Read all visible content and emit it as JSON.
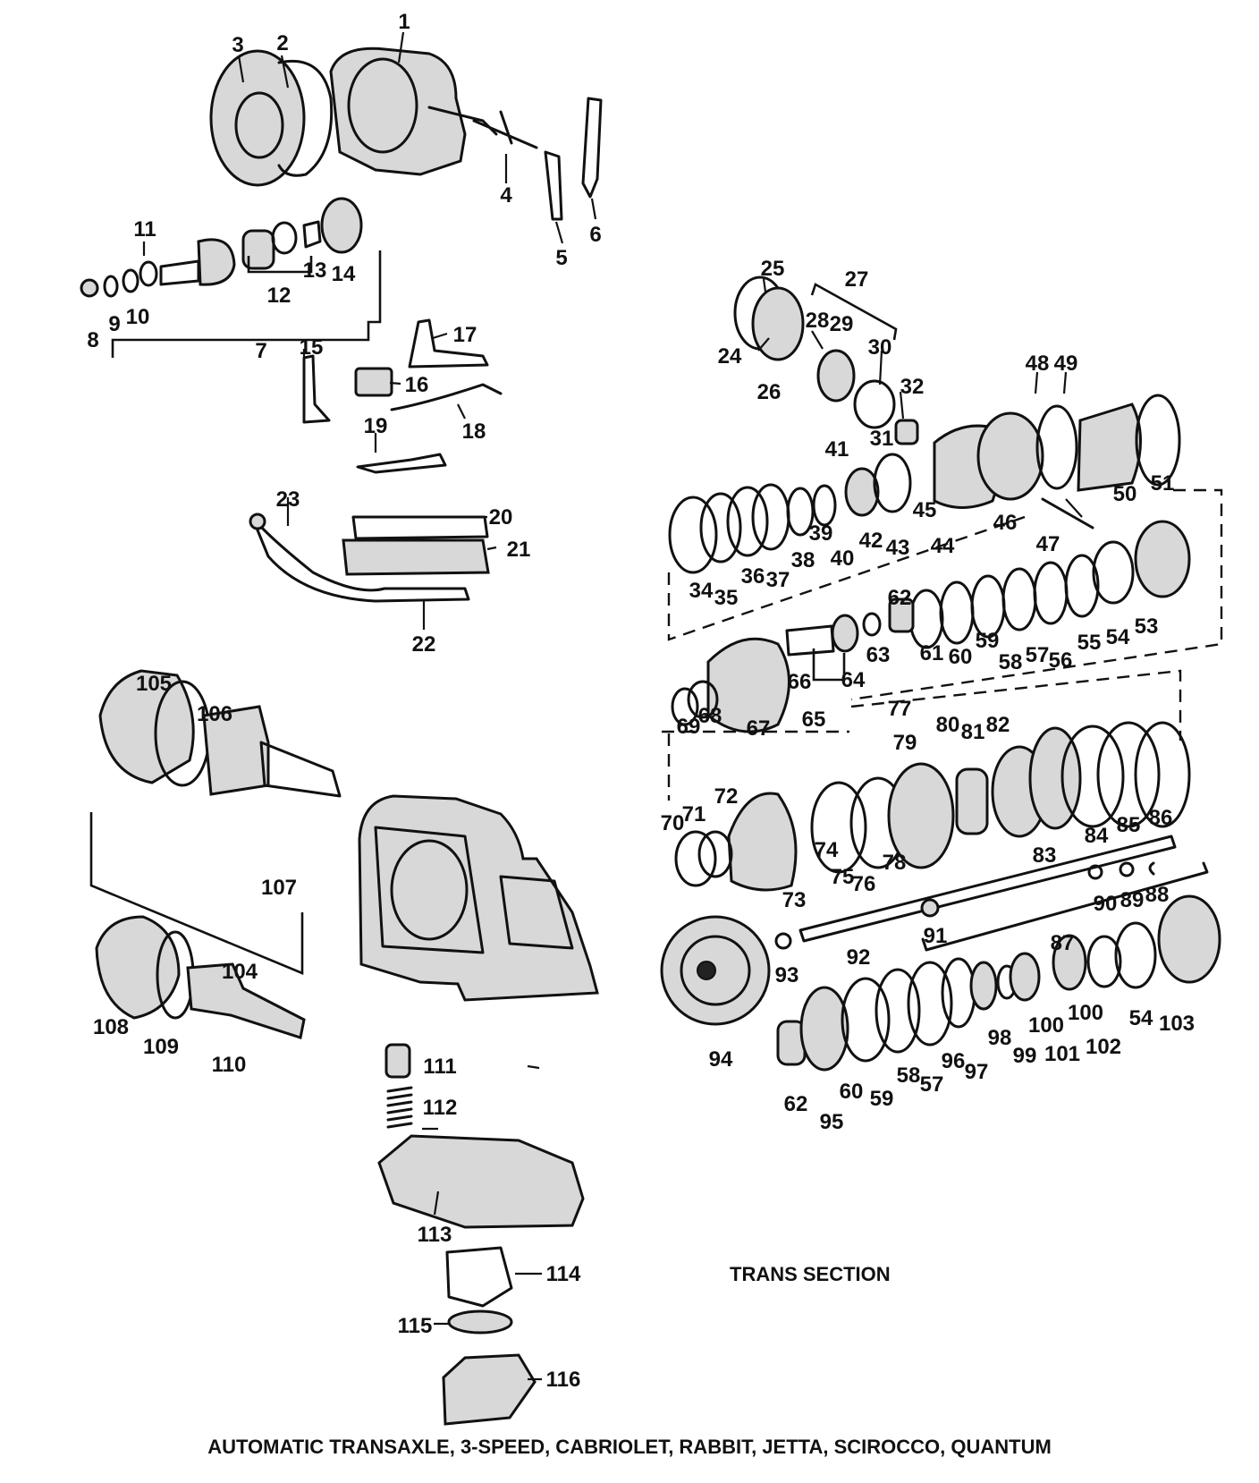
{
  "caption": "AUTOMATIC TRANSAXLE, 3-SPEED, CABRIOLET, RABBIT, JETTA, SCIROCCO, QUANTUM",
  "section_label": "TRANS SECTION",
  "callouts": [
    {
      "id": "c1",
      "text": "1"
    },
    {
      "id": "c2",
      "text": "2"
    },
    {
      "id": "c3",
      "text": "3"
    },
    {
      "id": "c4",
      "text": "4"
    },
    {
      "id": "c5",
      "text": "5"
    },
    {
      "id": "c6",
      "text": "6"
    },
    {
      "id": "c7",
      "text": "7"
    },
    {
      "id": "c8",
      "text": "8"
    },
    {
      "id": "c9",
      "text": "9"
    },
    {
      "id": "c10",
      "text": "10"
    },
    {
      "id": "c11",
      "text": "11"
    },
    {
      "id": "c12",
      "text": "12"
    },
    {
      "id": "c13",
      "text": "13"
    },
    {
      "id": "c14",
      "text": "14"
    },
    {
      "id": "c15",
      "text": "15"
    },
    {
      "id": "c16",
      "text": "16"
    },
    {
      "id": "c17",
      "text": "17"
    },
    {
      "id": "c18",
      "text": "18"
    },
    {
      "id": "c19",
      "text": "19"
    },
    {
      "id": "c20",
      "text": "20"
    },
    {
      "id": "c21",
      "text": "21"
    },
    {
      "id": "c22",
      "text": "22"
    },
    {
      "id": "c23",
      "text": "23"
    },
    {
      "id": "c24",
      "text": "24"
    },
    {
      "id": "c25",
      "text": "25"
    },
    {
      "id": "c26",
      "text": "26"
    },
    {
      "id": "c27",
      "text": "27"
    },
    {
      "id": "c28",
      "text": "28"
    },
    {
      "id": "c29",
      "text": "29"
    },
    {
      "id": "c30",
      "text": "30"
    },
    {
      "id": "c31",
      "text": "31"
    },
    {
      "id": "c32",
      "text": "32"
    },
    {
      "id": "c34",
      "text": "34"
    },
    {
      "id": "c35",
      "text": "35"
    },
    {
      "id": "c36",
      "text": "36"
    },
    {
      "id": "c37",
      "text": "37"
    },
    {
      "id": "c38",
      "text": "38"
    },
    {
      "id": "c39",
      "text": "39"
    },
    {
      "id": "c40",
      "text": "40"
    },
    {
      "id": "c41",
      "text": "41"
    },
    {
      "id": "c42",
      "text": "42"
    },
    {
      "id": "c43",
      "text": "43"
    },
    {
      "id": "c44",
      "text": "44"
    },
    {
      "id": "c45",
      "text": "45"
    },
    {
      "id": "c46",
      "text": "46"
    },
    {
      "id": "c47",
      "text": "47"
    },
    {
      "id": "c48",
      "text": "48"
    },
    {
      "id": "c49",
      "text": "49"
    },
    {
      "id": "c50",
      "text": "50"
    },
    {
      "id": "c51",
      "text": "51"
    },
    {
      "id": "c53",
      "text": "53"
    },
    {
      "id": "c54a",
      "text": "54"
    },
    {
      "id": "c55",
      "text": "55"
    },
    {
      "id": "c56",
      "text": "56"
    },
    {
      "id": "c57a",
      "text": "57"
    },
    {
      "id": "c58a",
      "text": "58"
    },
    {
      "id": "c59a",
      "text": "59"
    },
    {
      "id": "c60a",
      "text": "60"
    },
    {
      "id": "c61",
      "text": "61"
    },
    {
      "id": "c62a",
      "text": "62"
    },
    {
      "id": "c63",
      "text": "63"
    },
    {
      "id": "c64",
      "text": "64"
    },
    {
      "id": "c65",
      "text": "65"
    },
    {
      "id": "c66",
      "text": "66"
    },
    {
      "id": "c67",
      "text": "67"
    },
    {
      "id": "c68",
      "text": "68"
    },
    {
      "id": "c69",
      "text": "69"
    },
    {
      "id": "c70",
      "text": "70"
    },
    {
      "id": "c71",
      "text": "71"
    },
    {
      "id": "c72",
      "text": "72"
    },
    {
      "id": "c73",
      "text": "73"
    },
    {
      "id": "c74",
      "text": "74"
    },
    {
      "id": "c75",
      "text": "75"
    },
    {
      "id": "c76",
      "text": "76"
    },
    {
      "id": "c77",
      "text": "77"
    },
    {
      "id": "c78",
      "text": "78"
    },
    {
      "id": "c79",
      "text": "79"
    },
    {
      "id": "c80",
      "text": "80"
    },
    {
      "id": "c81",
      "text": "81"
    },
    {
      "id": "c82",
      "text": "82"
    },
    {
      "id": "c83",
      "text": "83"
    },
    {
      "id": "c84",
      "text": "84"
    },
    {
      "id": "c85",
      "text": "85"
    },
    {
      "id": "c86",
      "text": "86"
    },
    {
      "id": "c87",
      "text": "87"
    },
    {
      "id": "c88",
      "text": "88"
    },
    {
      "id": "c89",
      "text": "89"
    },
    {
      "id": "c90",
      "text": "90"
    },
    {
      "id": "c91",
      "text": "91"
    },
    {
      "id": "c92",
      "text": "92"
    },
    {
      "id": "c93",
      "text": "93"
    },
    {
      "id": "c94",
      "text": "94"
    },
    {
      "id": "c95",
      "text": "95"
    },
    {
      "id": "c96",
      "text": "96"
    },
    {
      "id": "c97",
      "text": "97"
    },
    {
      "id": "c98",
      "text": "98"
    },
    {
      "id": "c99",
      "text": "99"
    },
    {
      "id": "c100a",
      "text": "100"
    },
    {
      "id": "c100b",
      "text": "100"
    },
    {
      "id": "c101",
      "text": "101"
    },
    {
      "id": "c102",
      "text": "102"
    },
    {
      "id": "c54b",
      "text": "54"
    },
    {
      "id": "c103",
      "text": "103"
    },
    {
      "id": "c62b",
      "text": "62"
    },
    {
      "id": "c60b",
      "text": "60"
    },
    {
      "id": "c59b",
      "text": "59"
    },
    {
      "id": "c58b",
      "text": "58"
    },
    {
      "id": "c57b",
      "text": "57"
    },
    {
      "id": "c104",
      "text": "104"
    },
    {
      "id": "c105",
      "text": "105"
    },
    {
      "id": "c106",
      "text": "106"
    },
    {
      "id": "c107",
      "text": "107"
    },
    {
      "id": "c108",
      "text": "108"
    },
    {
      "id": "c109",
      "text": "109"
    },
    {
      "id": "c110",
      "text": "110"
    },
    {
      "id": "c111",
      "text": "111"
    },
    {
      "id": "c112",
      "text": "112"
    },
    {
      "id": "c113",
      "text": "113"
    },
    {
      "id": "c114",
      "text": "114"
    },
    {
      "id": "c115",
      "text": "115"
    },
    {
      "id": "c116",
      "text": "116"
    }
  ]
}
